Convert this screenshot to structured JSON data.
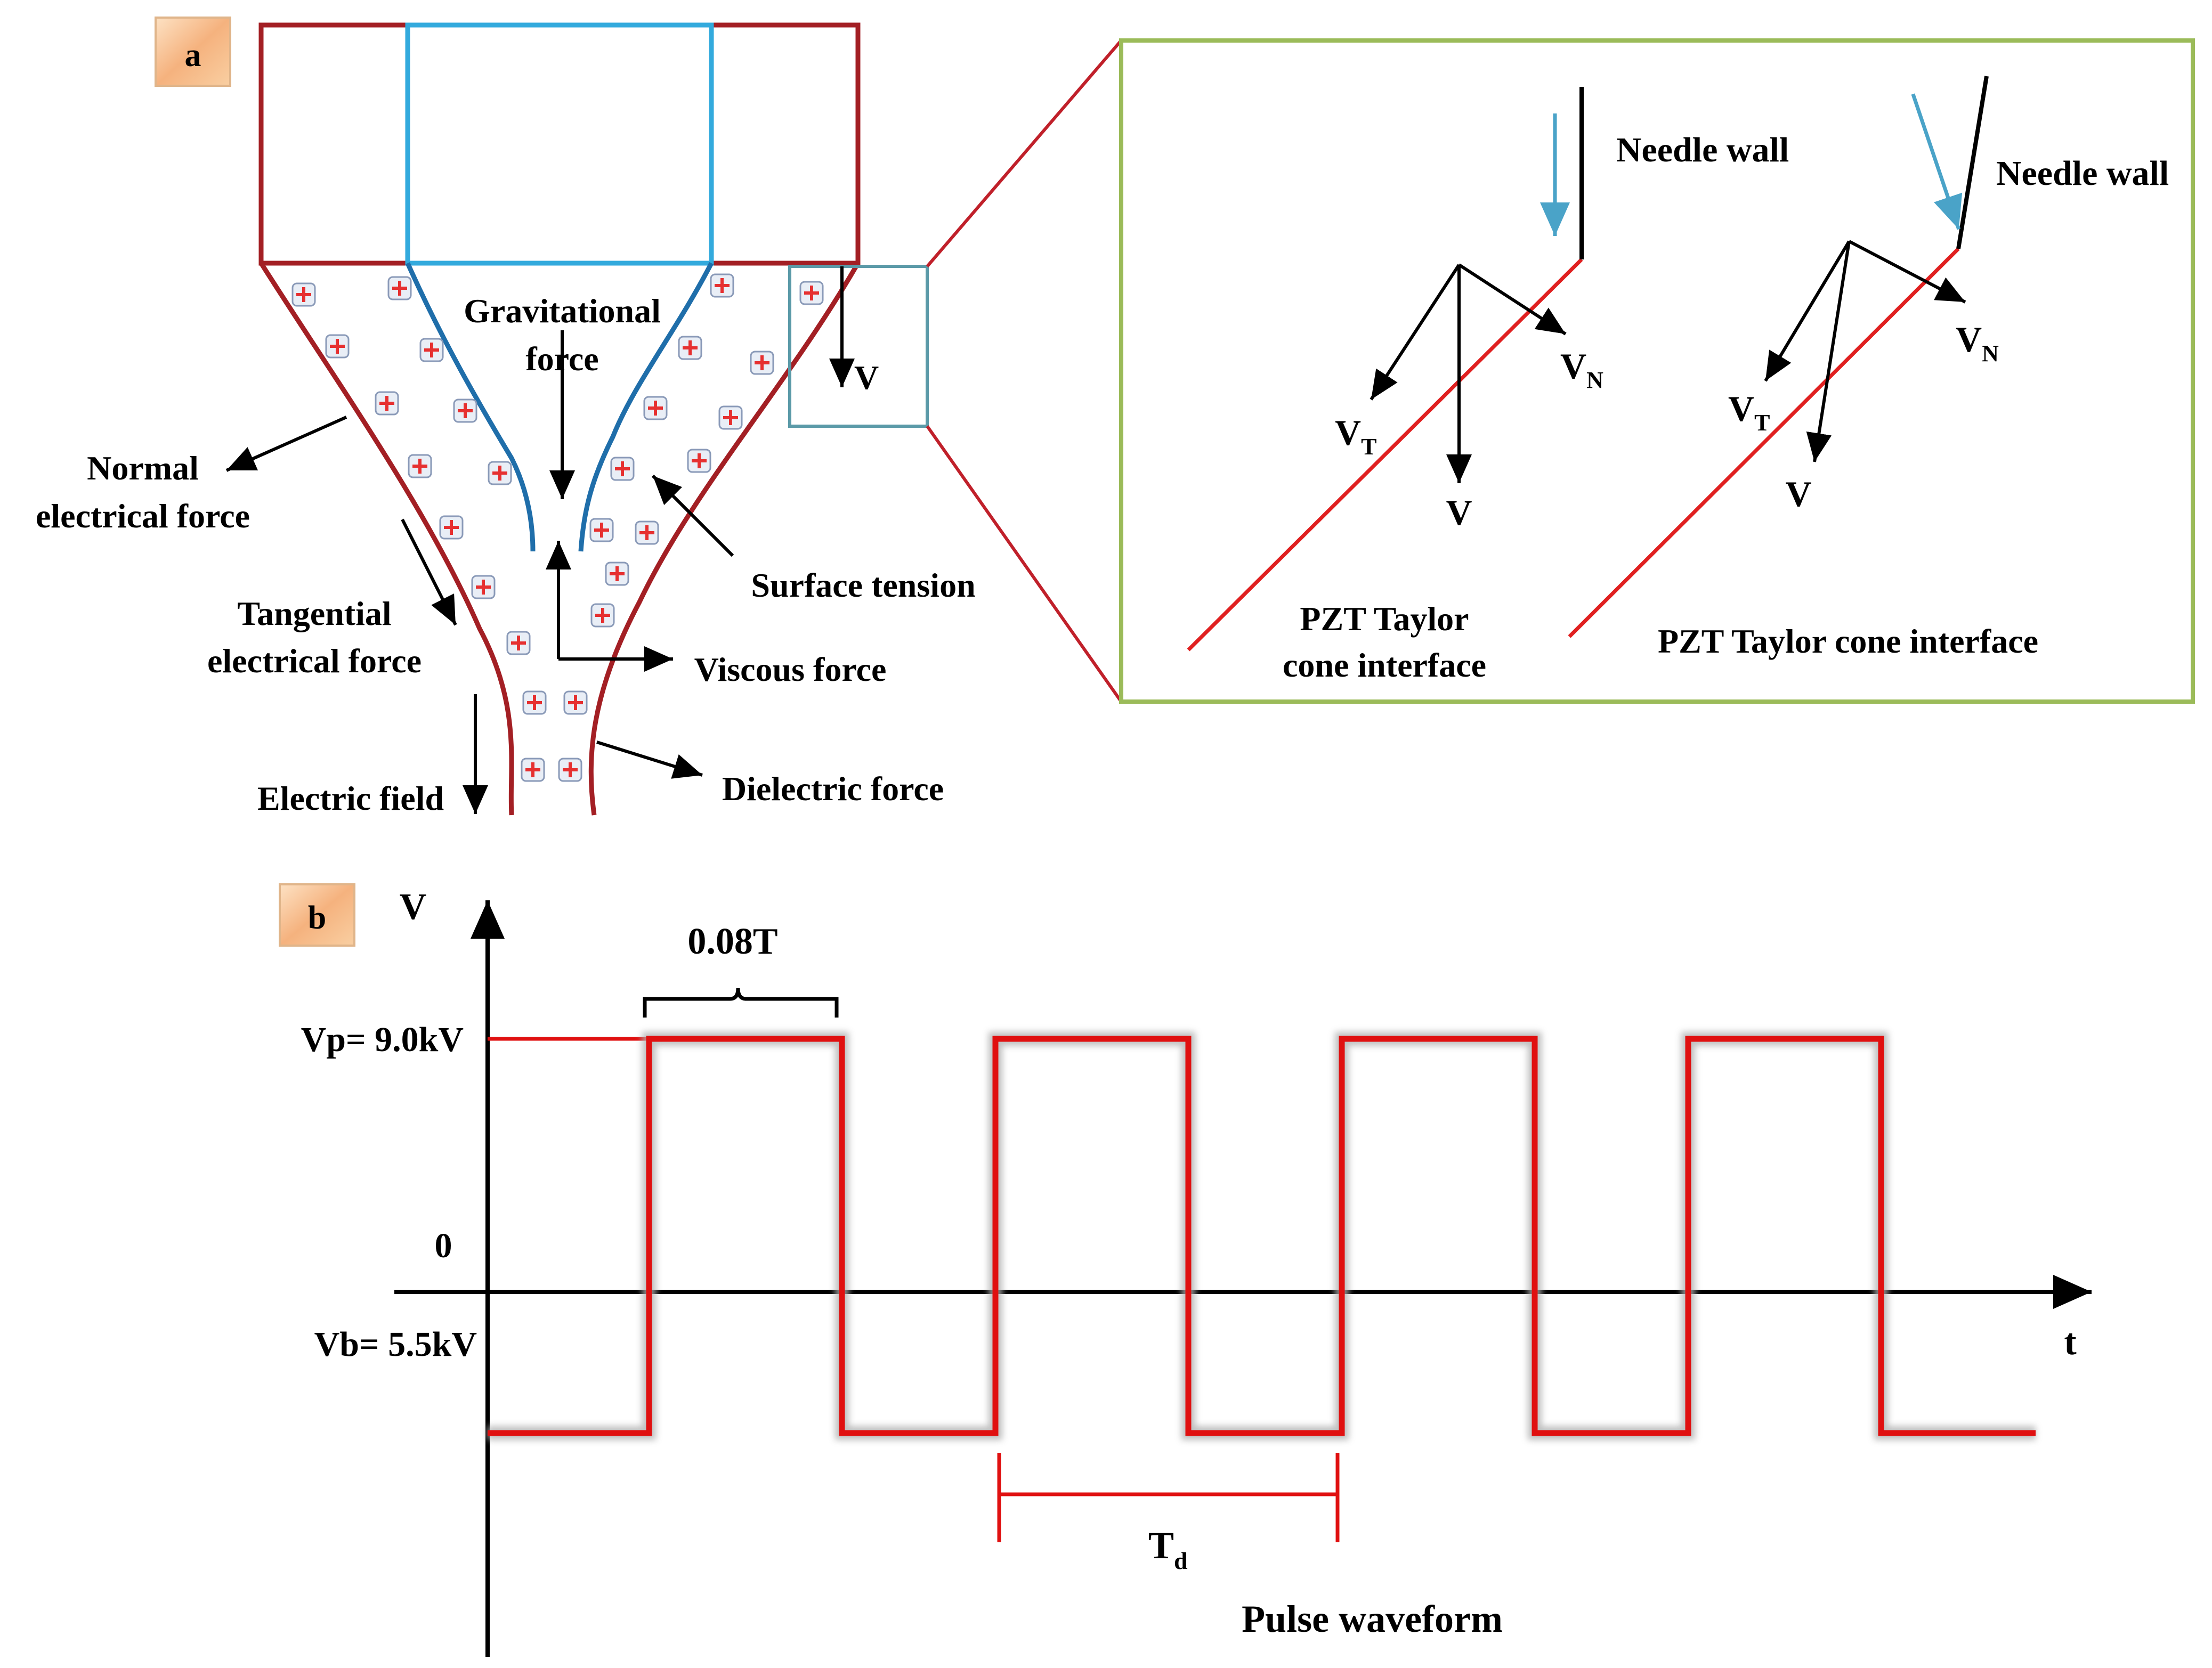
{
  "panel_a": {
    "letter": "a",
    "labels": {
      "gravitational_line1": "Gravitational",
      "gravitational_line2": "force",
      "velocity": "V",
      "normal_line1": "Normal",
      "normal_line2": "electrical force",
      "tangential_line1": "Tangential",
      "tangential_line2": "electrical force",
      "surface_tension": "Surface tension",
      "viscous": "Viscous force",
      "electric_field": "Electric field",
      "dielectric": "Dielectric force"
    },
    "colors": {
      "nozzle": "#a31f24",
      "inner": "#33aadd",
      "cone": "#a31f24",
      "meniscus": "#1f6eaa",
      "charge": "#e63030"
    }
  },
  "inset": {
    "left": {
      "needle_wall": "Needle wall",
      "vn": "V",
      "vn_sub": "N",
      "vt": "V",
      "vt_sub": "T",
      "v": "V",
      "interface_line1": "PZT Taylor",
      "interface_line2": "cone interface"
    },
    "right": {
      "needle_wall": "Needle wall",
      "vn": "V",
      "vn_sub": "N",
      "vt": "V",
      "vt_sub": "T",
      "v": "V",
      "interface": "PZT Taylor cone interface"
    },
    "colors": {
      "border": "#9bbb59",
      "interface": "#e02020",
      "flow_arrow": "#4aa3c8"
    }
  },
  "panel_b": {
    "letter": "b",
    "y_axis_label": "V",
    "x_axis_label": "t",
    "vp_label": "Vp= 9.0kV",
    "zero_label": "0",
    "vb_label": "Vb= 5.5kV",
    "pulse_width_label": "0.08T",
    "period_label": "T",
    "period_sub": "d",
    "caption": "Pulse waveform",
    "waveform_color": "#e01010",
    "chart_data": {
      "type": "line",
      "x_label": "t",
      "y_label": "V",
      "levels": {
        "Vp_kV": 9.0,
        "Vb_kV": 5.5
      },
      "pulses": 4
    }
  }
}
